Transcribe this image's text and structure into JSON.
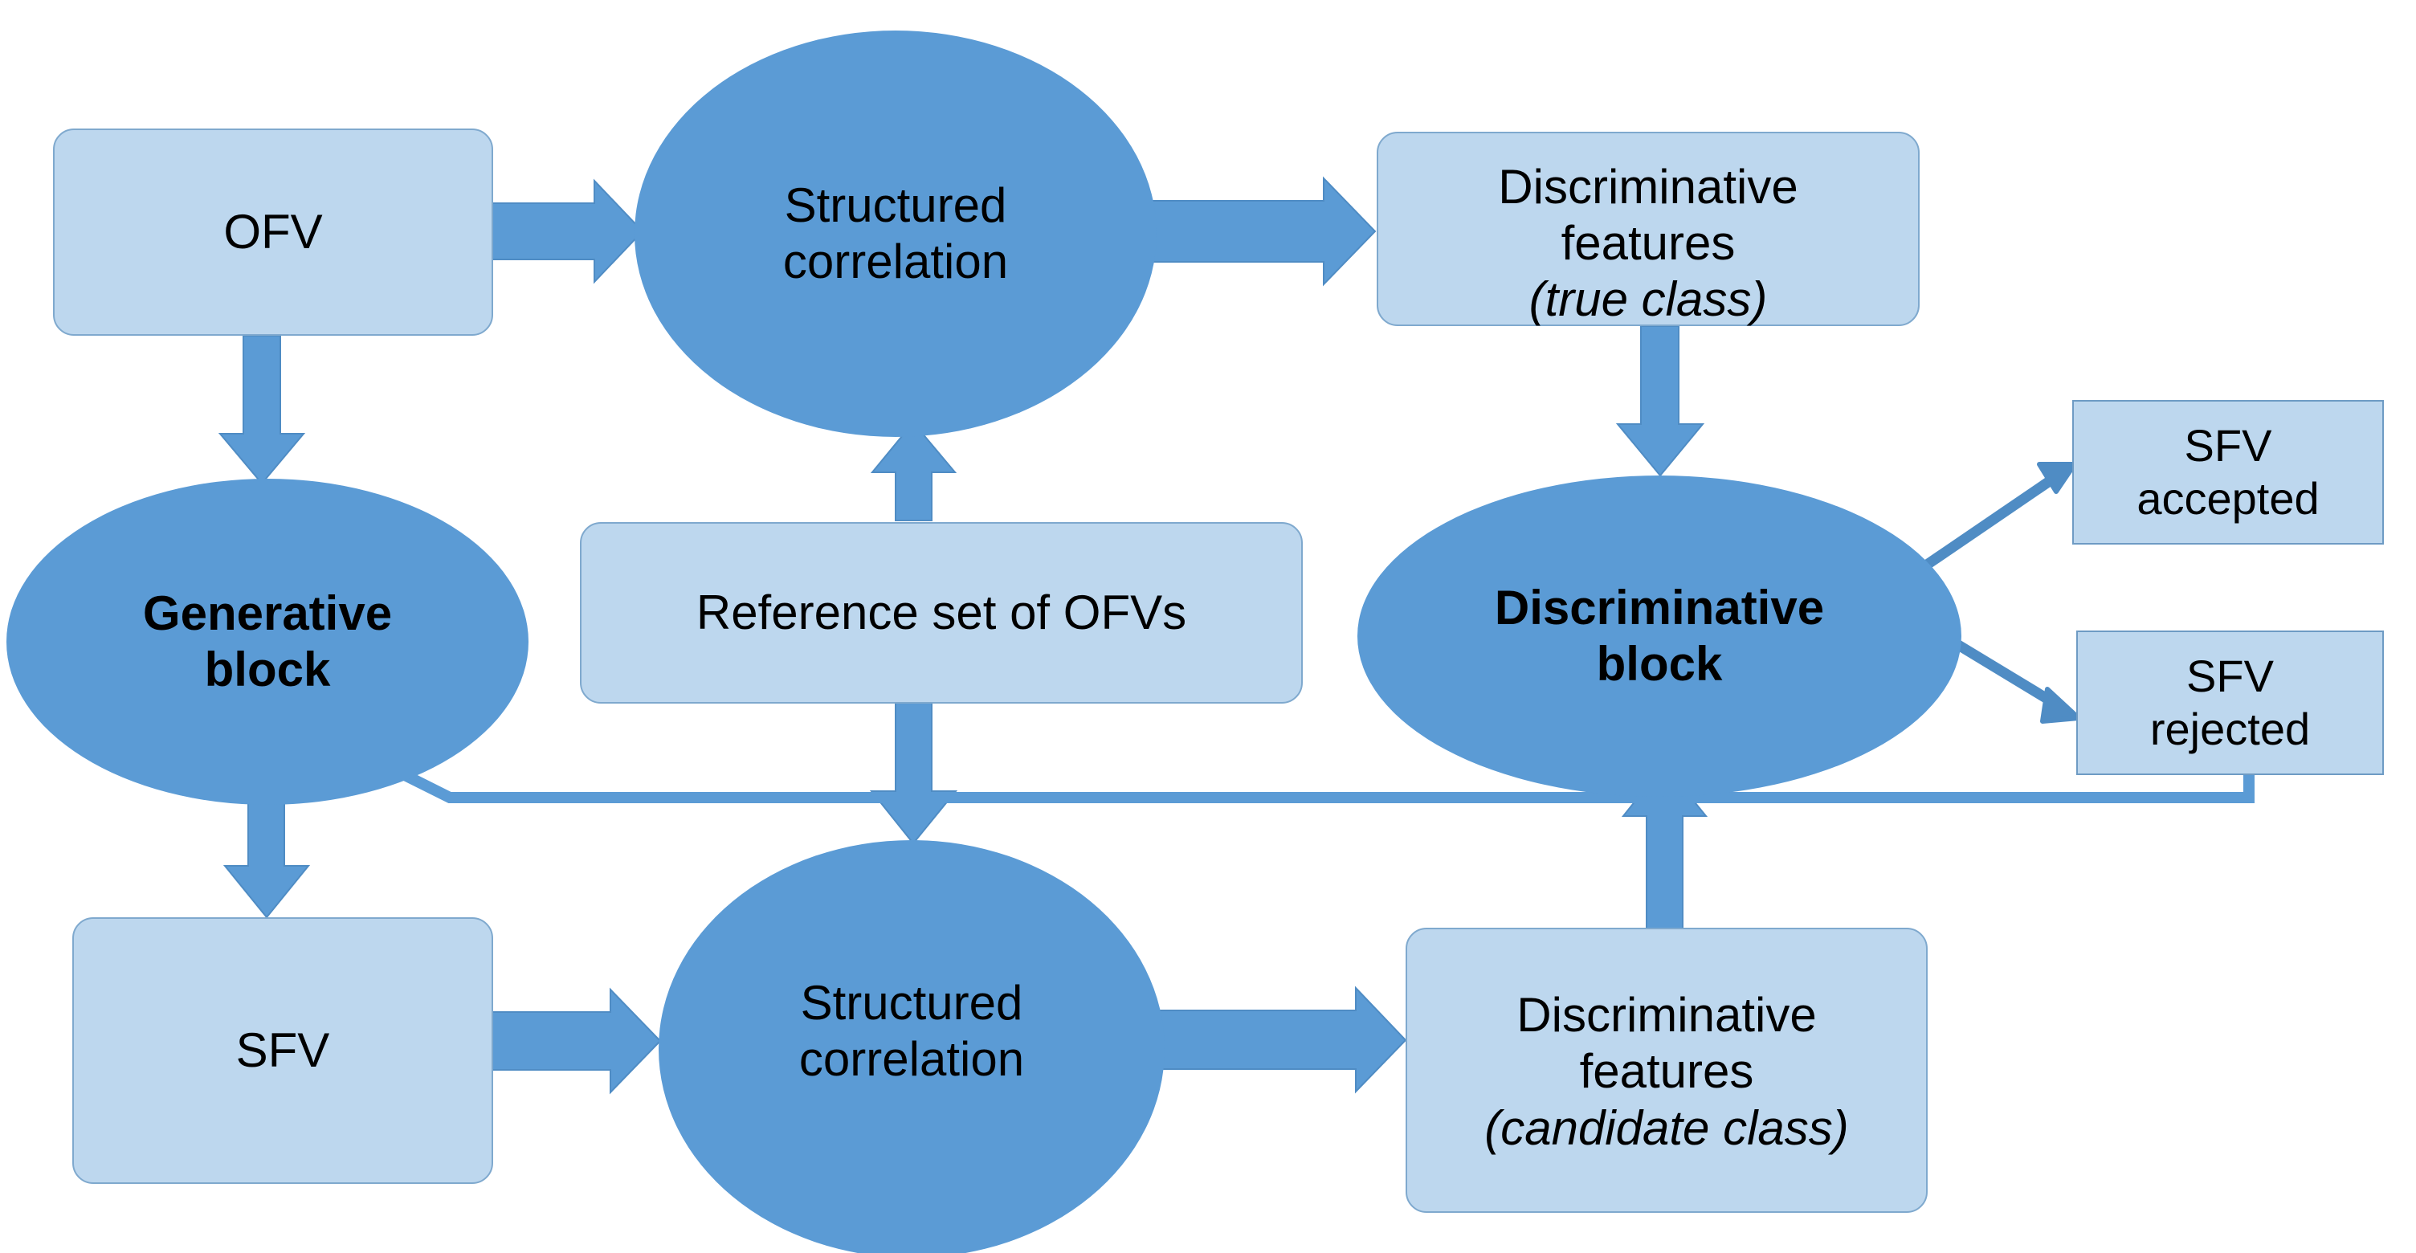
{
  "diagram": {
    "title": "Generative-discriminative verification block diagram",
    "colors": {
      "node_light_fill": "#BDD7EE",
      "node_light_border": "#7FA9CE",
      "node_dark_fill": "#5B9BD5",
      "arrow_fill": "#5B9BD5",
      "arrow_stroke": "#4F8CC4",
      "text": "#000000",
      "background": "#FFFFFF"
    },
    "nodes": {
      "ofv": {
        "label": "OFV",
        "shape": "rounded-rect"
      },
      "structured_correlation_top": {
        "line1": "Structured",
        "line2": "correlation",
        "shape": "ellipse"
      },
      "discriminative_features_true": {
        "line1": "Discriminative",
        "line2": "features",
        "line3": "(true class)",
        "shape": "rounded-rect"
      },
      "generative_block": {
        "line1": "Generative",
        "line2": "block",
        "shape": "ellipse",
        "bold": true
      },
      "reference_set": {
        "label": "Reference set of OFVs",
        "shape": "rounded-rect"
      },
      "discriminative_block": {
        "line1": "Discriminative",
        "line2": "block",
        "shape": "ellipse",
        "bold": true
      },
      "sfv_accepted": {
        "line1": "SFV",
        "line2": "accepted",
        "shape": "rect"
      },
      "sfv_rejected": {
        "line1": "SFV",
        "line2": "rejected",
        "shape": "rect"
      },
      "sfv": {
        "label": "SFV",
        "shape": "rounded-rect"
      },
      "structured_correlation_bottom": {
        "line1": "Structured",
        "line2": "correlation",
        "shape": "ellipse"
      },
      "discriminative_features_candidate": {
        "line1": "Discriminative",
        "line2": "features",
        "line3": "(candidate class)",
        "shape": "rounded-rect"
      }
    },
    "edges": [
      {
        "name": "ofv-to-structured-correlation-top",
        "from": "ofv",
        "to": "structured_correlation_top",
        "style": "block-arrow-right"
      },
      {
        "name": "ofv-to-generative-block",
        "from": "ofv",
        "to": "generative_block",
        "style": "block-arrow-down"
      },
      {
        "name": "structured-correlation-top-to-discriminative-features-true",
        "from": "structured_correlation_top",
        "to": "discriminative_features_true",
        "style": "block-arrow-right"
      },
      {
        "name": "reference-set-to-structured-correlation-top",
        "from": "reference_set",
        "to": "structured_correlation_top",
        "style": "block-arrow-up"
      },
      {
        "name": "reference-set-to-structured-correlation-bottom",
        "from": "reference_set",
        "to": "structured_correlation_bottom",
        "style": "block-arrow-down"
      },
      {
        "name": "discriminative-features-true-to-discriminative-block",
        "from": "discriminative_features_true",
        "to": "discriminative_block",
        "style": "block-arrow-down"
      },
      {
        "name": "generative-block-to-sfv",
        "from": "generative_block",
        "to": "sfv",
        "style": "block-arrow-down"
      },
      {
        "name": "sfv-to-structured-correlation-bottom",
        "from": "sfv",
        "to": "structured_correlation_bottom",
        "style": "block-arrow-right"
      },
      {
        "name": "structured-correlation-bottom-to-discriminative-features-candidate",
        "from": "structured_correlation_bottom",
        "to": "discriminative_features_candidate",
        "style": "block-arrow-right"
      },
      {
        "name": "discriminative-features-candidate-to-discriminative-block",
        "from": "discriminative_features_candidate",
        "to": "discriminative_block",
        "style": "block-arrow-up"
      },
      {
        "name": "discriminative-block-to-sfv-accepted",
        "from": "discriminative_block",
        "to": "sfv_accepted",
        "style": "line-arrow-diagonal"
      },
      {
        "name": "discriminative-block-to-sfv-rejected",
        "from": "discriminative_block",
        "to": "sfv_rejected",
        "style": "line-arrow-diagonal"
      },
      {
        "name": "sfv-rejected-feedback-to-generative-block",
        "from": "sfv_rejected",
        "to": "generative_block",
        "style": "line-arrow-elbow"
      }
    ]
  }
}
